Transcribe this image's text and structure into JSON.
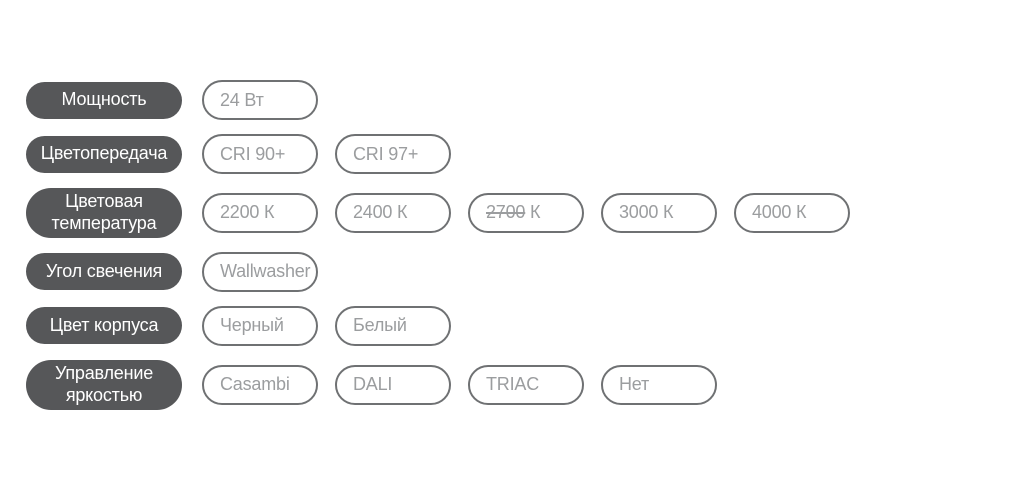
{
  "colors": {
    "page_background": "#FFFFFF",
    "label_background": "#565759",
    "label_text": "#FFFFFF",
    "chip_border": "#6F7173",
    "chip_text": "#9B9D9F"
  },
  "configurator": {
    "rows": [
      {
        "id": "power",
        "label": "Мощность",
        "chips": [
          {
            "label": "24 Вт"
          }
        ]
      },
      {
        "id": "color-rendering",
        "label": "Цветопередача",
        "chips": [
          {
            "label": "CRI 90+"
          },
          {
            "label": "CRI 97+"
          }
        ]
      },
      {
        "id": "color-temperature",
        "label": "Цветовая температура",
        "chips": [
          {
            "label": "2200 К"
          },
          {
            "label": "2400 К"
          },
          {
            "label_struck": "2700",
            "label": " К"
          },
          {
            "label": "3000 К"
          },
          {
            "label": "4000 К"
          }
        ]
      },
      {
        "id": "beam-angle",
        "label": "Угол свечения",
        "chips": [
          {
            "label": "Wallwasher"
          }
        ]
      },
      {
        "id": "body-color",
        "label": "Цвет корпуса",
        "chips": [
          {
            "label": "Черный"
          },
          {
            "label": "Белый"
          }
        ]
      },
      {
        "id": "brightness-control",
        "label": "Управление яркостью",
        "chips": [
          {
            "label": "Casambi"
          },
          {
            "label": "DALI"
          },
          {
            "label": "TRIAC"
          },
          {
            "label": "Нет"
          }
        ]
      }
    ]
  }
}
